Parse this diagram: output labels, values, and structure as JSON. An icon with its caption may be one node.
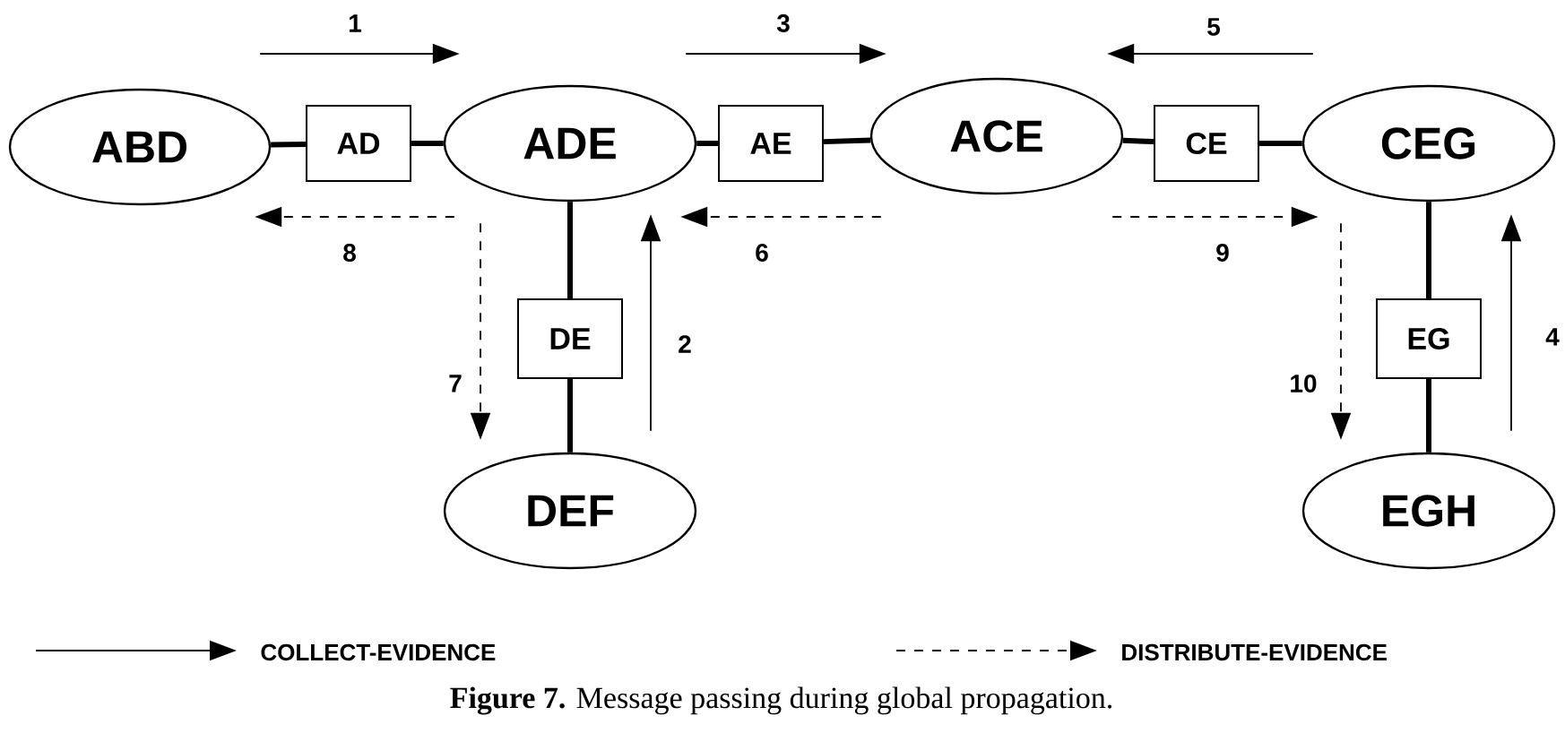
{
  "diagram": {
    "caption": "**Figure 7.** Message passing during global propagation.",
    "nodes": [
      {
        "text": [
          "ABD"
        ]
      },
      {
        "text": [
          "AD"
        ]
      },
      {
        "text": [
          "ADE"
        ]
      },
      {
        "text": [
          "AE"
        ]
      },
      {
        "text": [
          "ACE"
        ]
      },
      {
        "text": [
          "CE"
        ]
      },
      {
        "text": [
          "CEG"
        ]
      },
      {
        "text": [
          "DE"
        ]
      },
      {
        "text": [
          "EG"
        ]
      },
      {
        "text": [
          "DEF"
        ]
      },
      {
        "text": [
          "EGH"
        ]
      }
    ],
    "edges": [
      {
        "from": 0,
        "to": 1,
        "arrow": "none",
        "style": "thick"
      },
      {
        "from": 1,
        "to": 2,
        "arrow": "none",
        "style": "thick"
      },
      {
        "from": 2,
        "to": 3,
        "arrow": "none",
        "style": "thick"
      },
      {
        "from": 3,
        "to": 4,
        "arrow": "none",
        "style": "thick"
      },
      {
        "from": 4,
        "to": 5,
        "arrow": "none",
        "style": "thick"
      },
      {
        "from": 5,
        "to": 6,
        "arrow": "none",
        "style": "thick"
      },
      {
        "from": 2,
        "to": 7,
        "arrow": "none",
        "style": "thick"
      },
      {
        "from": 7,
        "to": 9,
        "arrow": "none",
        "style": "thick"
      },
      {
        "from": 6,
        "to": 8,
        "arrow": "none",
        "style": "thick"
      },
      {
        "from": 8,
        "to": 10,
        "arrow": "none",
        "style": "thick"
      },
      {
        "from": 0,
        "to": 2,
        "arrow": "to",
        "label": "1"
      },
      {
        "from": 9,
        "to": 2,
        "arrow": "to",
        "label": "2"
      },
      {
        "from": 2,
        "to": 4,
        "arrow": "to",
        "label": "3"
      },
      {
        "from": 10,
        "to": 6,
        "arrow": "to",
        "label": "4"
      },
      {
        "from": 6,
        "to": 4,
        "arrow": "to",
        "label": "5"
      },
      {
        "from": 4,
        "to": 2,
        "arrow": "to",
        "label": "6",
        "style": "dashed"
      },
      {
        "from": 2,
        "to": 9,
        "arrow": "to",
        "label": "7",
        "style": "dashed"
      },
      {
        "from": 2,
        "to": 0,
        "arrow": "to",
        "label": "8",
        "style": "dashed"
      },
      {
        "from": 4,
        "to": 6,
        "arrow": "to",
        "label": "9",
        "style": "dashed"
      },
      {
        "from": 6,
        "to": 10,
        "arrow": "to",
        "label": "10",
        "style": "dashed"
      }
    ],
    "legend": [
      {
        "text": "COLLECT-EVIDENCE"
      },
      {
        "text": "DISTRIBUTE-EVIDENCE"
      }
    ]
  }
}
